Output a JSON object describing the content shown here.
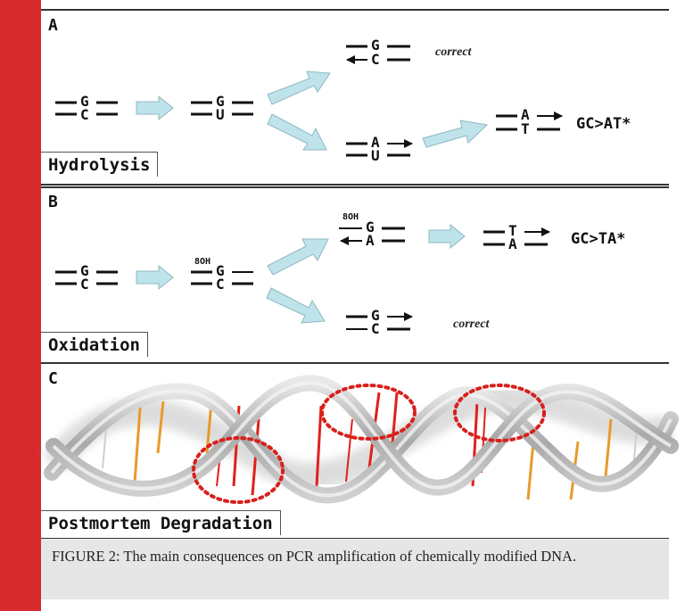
{
  "panels": [
    {
      "letter": "A",
      "label": "Hydrolysis"
    },
    {
      "letter": "B",
      "label": "Oxidation"
    },
    {
      "letter": "C",
      "label": "Postmortem Degradation"
    }
  ],
  "panel_a": {
    "start": {
      "top": "G",
      "bottom": "C"
    },
    "mid": {
      "top": "G",
      "bottom": "U"
    },
    "correct_pair": {
      "top": "G",
      "bottom": "C"
    },
    "correct_label": "correct",
    "mut_pair": {
      "top": "A",
      "bottom": "U"
    },
    "final_pair": {
      "top": "A",
      "bottom": "T"
    },
    "outcome": "GC>AT*"
  },
  "panel_b": {
    "start": {
      "top": "G",
      "bottom": "C"
    },
    "mid": {
      "mark": "8OH",
      "top": "G",
      "bottom": "C"
    },
    "mut_pair": {
      "mark": "8OH",
      "top": "G",
      "bottom": "A"
    },
    "final_pair": {
      "top": "T",
      "bottom": "A"
    },
    "outcome": "GC>TA*",
    "correct_pair": {
      "top": "G",
      "bottom": "C"
    },
    "correct_label": "correct"
  },
  "caption": "FIGURE 2: The main consequences  on PCR amplification of chemically modified  DNA.",
  "colors": {
    "accent": "#d62a2f",
    "arrow": "#bfe3ea",
    "rung_orange": "#e89a2c",
    "rung_red": "#e0201c",
    "circle": "#d8201c"
  }
}
